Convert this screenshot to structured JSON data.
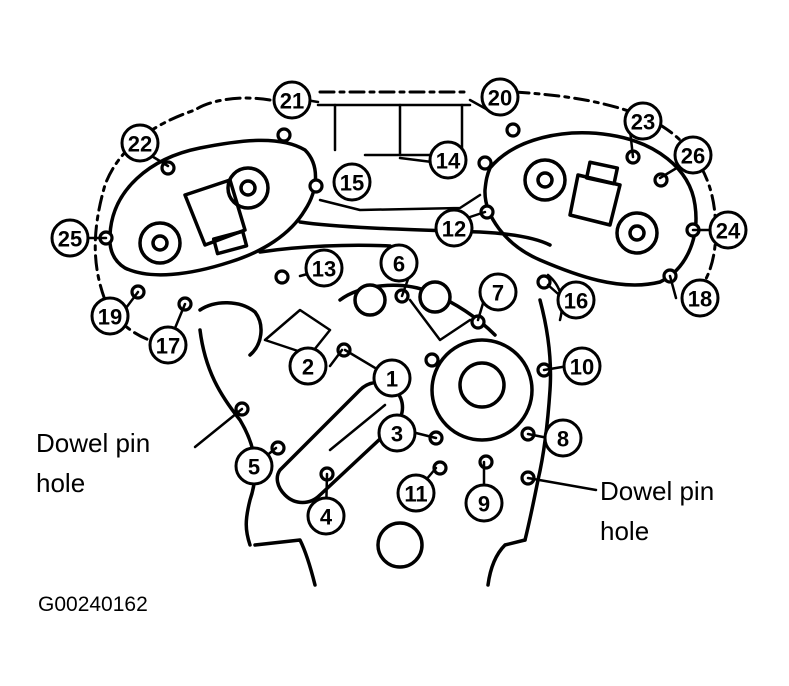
{
  "callouts": [
    "1",
    "2",
    "3",
    "4",
    "5",
    "6",
    "7",
    "8",
    "9",
    "10",
    "11",
    "12",
    "13",
    "14",
    "15",
    "16",
    "17",
    "18",
    "19",
    "20",
    "21",
    "22",
    "23",
    "24",
    "25",
    "26"
  ],
  "labels": {
    "dowel_left_line1": "Dowel pin",
    "dowel_left_line2": "hole",
    "dowel_right_line1": "Dowel pin",
    "dowel_right_line2": "hole"
  },
  "figure_code": "G00240162"
}
